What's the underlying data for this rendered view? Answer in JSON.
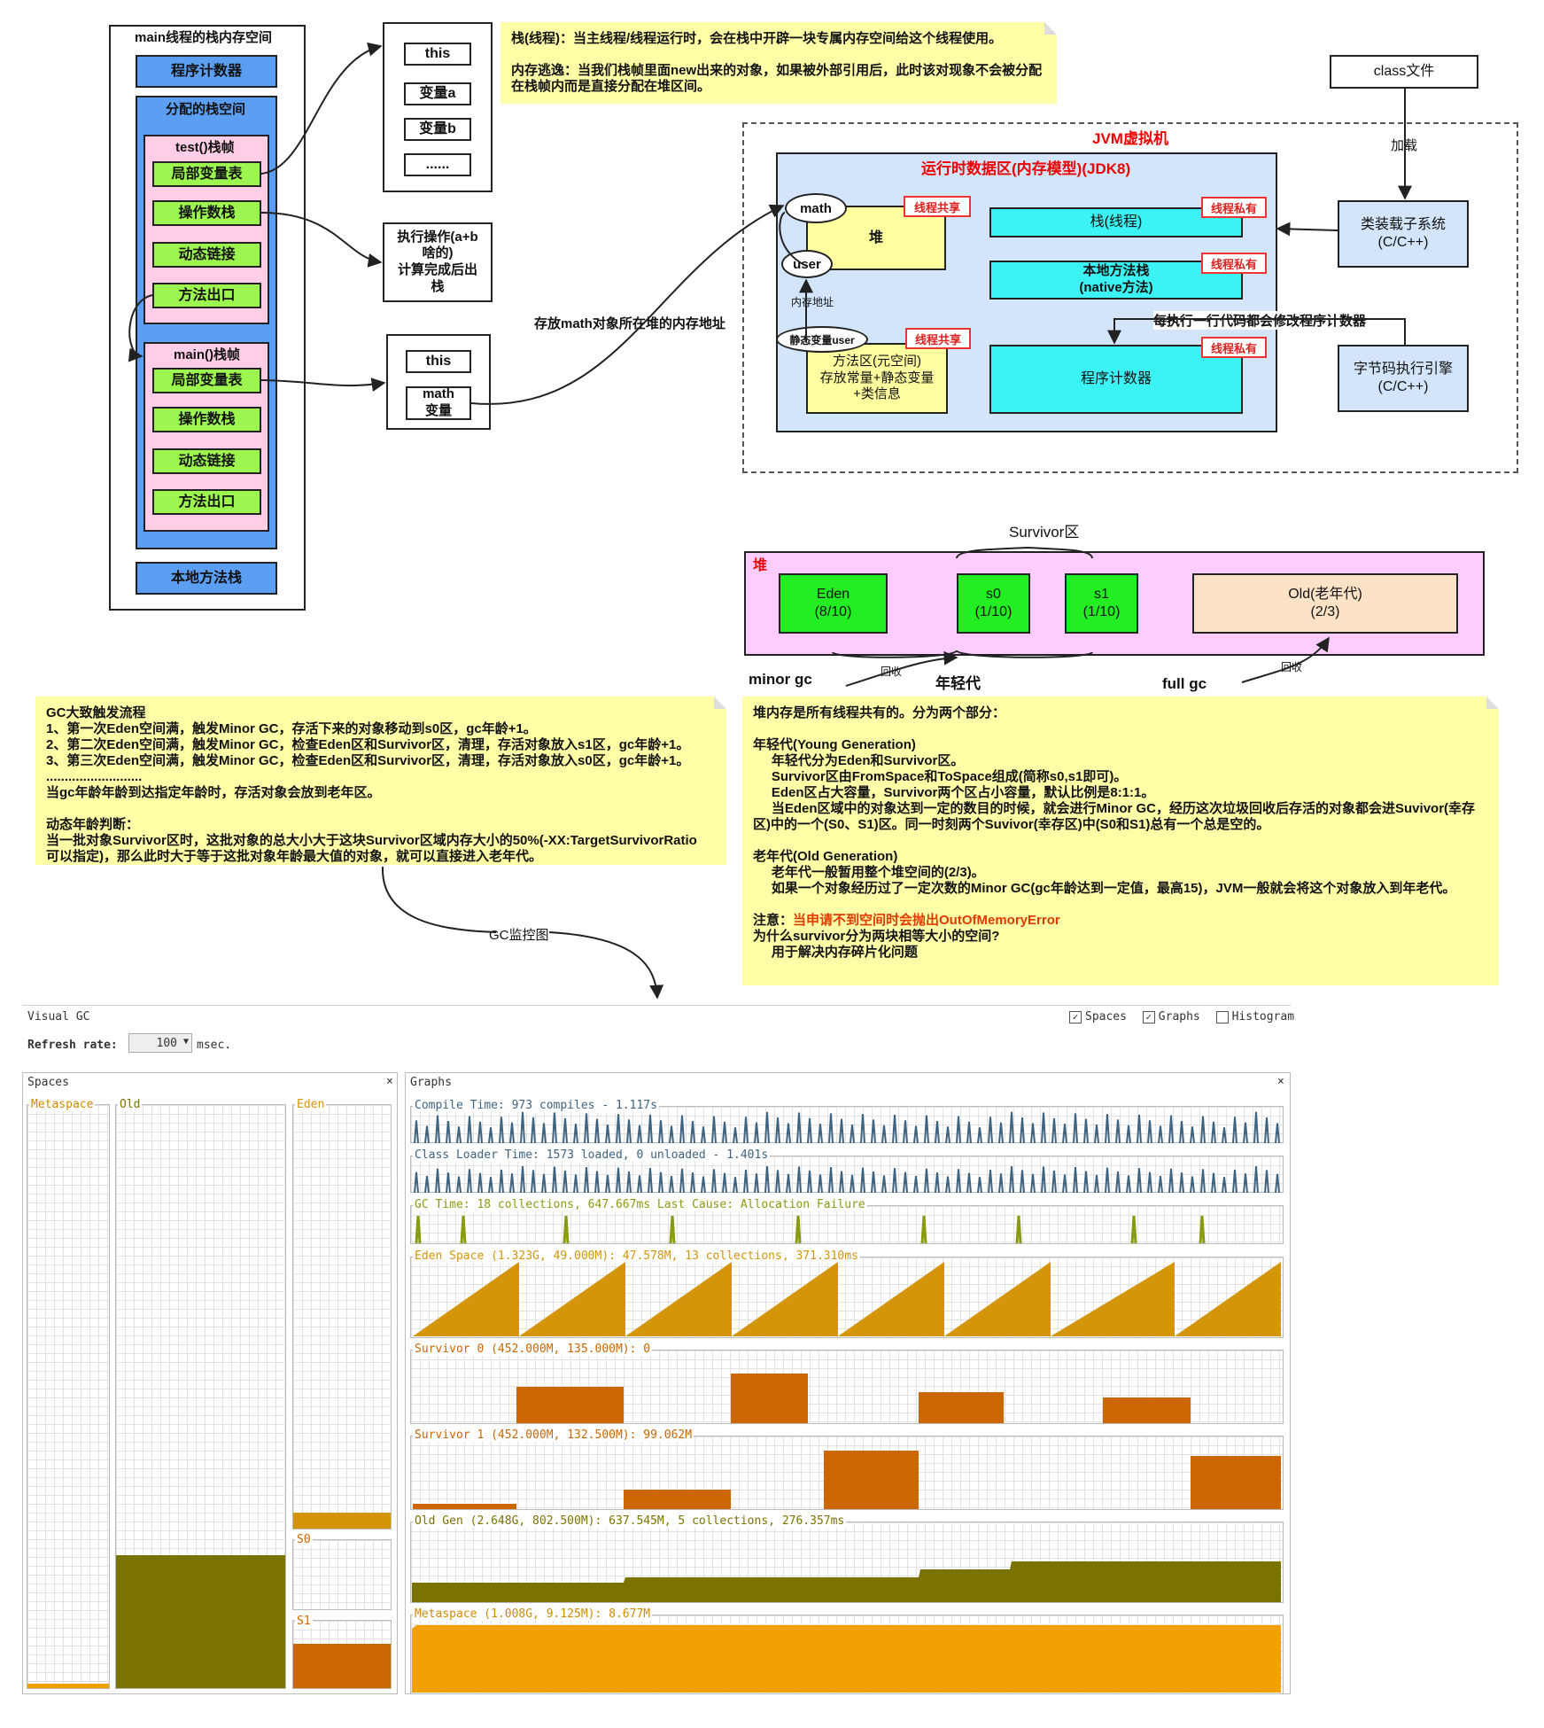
{
  "stack": {
    "title": "main线程的栈内存空间",
    "pc": "程序计数器",
    "allocated": "分配的栈空间",
    "test_frame": "test()栈帧",
    "main_frame": "main()栈帧",
    "local_vars": "局部变量表",
    "operand_stack": "操作数栈",
    "dynamic_link": "动态链接",
    "method_exit": "方法出口",
    "native_stack": "本地方法栈"
  },
  "var_table_top": {
    "this": "this",
    "a": "变量a",
    "b": "变量b",
    "dots": "......"
  },
  "op_box": "执行操作(a+b\n啥的)\n计算完成后出\n栈",
  "var_table_bottom": {
    "this": "this",
    "math": "math\n变量"
  },
  "arrow_label_math": "存放math对象所在堆的内存地址",
  "note_stack": "栈(线程)：当主线程/线程运行时，会在栈中开辟一块专属内存空间给这个线程使用。\n\n内存逃逸：当我们栈帧里面new出来的对象，如果被外部引用后，此时该对现象不会被分配\n在栈帧内而是直接分配在堆区间。",
  "jvm": {
    "title": "JVM虚拟机",
    "runtime_area": "运行时数据区(内存模型)(JDK8)",
    "heap": "堆",
    "shared1": "线程共享",
    "shared2": "线程共享",
    "private1": "线程私有",
    "private2": "线程私有",
    "private3": "线程私有",
    "math": "math",
    "user": "user",
    "mem_addr": "内存地址",
    "static_user": "静态变量user",
    "method_area": "方法区(元空间)\n存放常量+静态变量\n+类信息",
    "thread_stack": "栈(线程)",
    "native_stack": "本地方法栈\n(native方法)",
    "pc": "程序计数器",
    "pc_note": "每执行一行代码都会修改程序计数器",
    "class_file": "class文件",
    "load": "加载",
    "class_loader": "类装载子系统\n(C/C++)",
    "bytecode_engine": "字节码执行引擎\n(C/C++)"
  },
  "heap_diagram": {
    "survivor": "Survivor区",
    "heap": "堆",
    "eden": "Eden\n(8/10)",
    "s0": "s0\n(1/10)",
    "s1": "s1\n(1/10)",
    "old": "Old(老年代)\n(2/3)",
    "minor_gc": "minor gc",
    "young": "年轻代",
    "full_gc": "full gc",
    "recycle1": "回收",
    "recycle2": "回收"
  },
  "note_gc": "GC大致触发流程\n1、第一次Eden空间满，触发Minor GC，存活下来的对象移动到s0区，gc年龄+1。\n2、第二次Eden空间满，触发Minor GC，检查Eden区和Survivor区，清理，存活对象放入s1区，gc年龄+1。\n3、第三次Eden空间满，触发Minor GC，检查Eden区和Survivor区，清理，存活对象放入s0区，gc年龄+1。\n..........................\n当gc年龄年龄到达指定年龄时，存活对象会放到老年区。\n\n动态年龄判断：\n当一批对象Survivor区时，这批对象的总大小大于这块Survivor区域内存大小的50%(-XX:TargetSurvivorRatio\n可以指定)，那么此时大于等于这批对象年龄最大值的对象，就可以直接进入老年代。",
  "note_heap": "堆内存是所有线程共有的。分为两个部分：\n\n年轻代(Young Generation)\n     年轻代分为Eden和Survivor区。\n     Survivor区由FromSpace和ToSpace组成(简称s0,s1即可)。\n     Eden区占大容量，Survivor两个区占小容量，默认比例是8:1:1。\n     当Eden区域中的对象达到一定的数目的时候，就会进行Minor GC，经历这次垃圾回收后存活的对象都会进Suvivor(幸存\n区)中的一个(S0、S1)区。同一时刻两个Suvivor(幸存区)中(S0和S1)总有一个总是空的。\n\n老年代(Old Generation)\n     老年代一般暂用整个堆空间的(2/3)。\n     如果一个对象经历过了一定次数的Minor GC(gc年龄达到一定值，最高15)，JVM一般就会将这个对象放入到年老代。\n\n",
  "note_heap_attn": "注意：",
  "note_heap_oom": "当申请不到空间时会抛出OutOfMemoryError",
  "note_heap_tail": "为什么survivor分为两块相等大小的空间?\n     用于解决内存碎片化问题",
  "gc_monitor": "GC监控图",
  "visualgc": {
    "title": "Visual GC",
    "opt_spaces": "Spaces",
    "opt_graphs": "Graphs",
    "opt_histogram": "Histogram",
    "check": "✓",
    "refresh_label": "Refresh rate:",
    "refresh_value": "100",
    "refresh_unit": "msec.",
    "spaces_panel": "Spaces",
    "graphs_panel": "Graphs",
    "close": "×",
    "metaspace": "Metaspace",
    "old": "Old",
    "eden": "Eden",
    "s0": "S0",
    "s1": "S1",
    "graphs": [
      {
        "title": "Compile Time: 973 compiles - 1.117s"
      },
      {
        "title": "Class Loader Time: 1573 loaded, 0 unloaded - 1.401s"
      },
      {
        "title": "GC Time: 18 collections, 647.667ms Last Cause: Allocation Failure"
      },
      {
        "title": "Eden Space (1.323G, 49.000M): 47.578M, 13 collections, 371.310ms"
      },
      {
        "title": "Survivor 0 (452.000M, 135.000M): 0"
      },
      {
        "title": "Survivor 1 (452.000M, 132.500M): 99.062M"
      },
      {
        "title": "Old Gen (2.648G, 802.500M): 637.545M, 5 collections, 276.357ms"
      },
      {
        "title": "Metaspace (1.008G, 9.125M): 8.677M"
      }
    ],
    "colors": {
      "eden": "#d4950a",
      "survivor": "#cc6600",
      "old": "#7a7300",
      "meta": "#f0a000",
      "compile": "#3e6380",
      "gc": "#8a9a10"
    }
  }
}
